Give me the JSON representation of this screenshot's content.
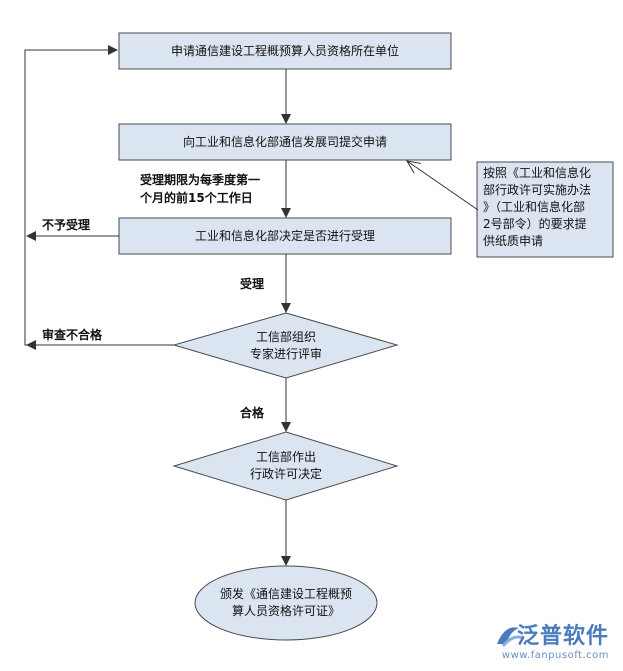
{
  "nodes": {
    "apply_unit": "申请通信建设工程概预算人员资格所在单位",
    "submit_application": "向工业和信息化部通信发展司提交申请",
    "decide_accept": "工业和信息化部决定是否进行受理",
    "expert_review": "工信部组织\n专家进行评审",
    "admin_decision": "工信部作出\n行政许可决定",
    "issue_certificate": "颁发《通信建设工程概预\n算人员资格许可证》"
  },
  "edge_labels": {
    "acceptance_period": "受理期限为每季度第一\n个月的前15个工作日",
    "not_accepted": "不予受理",
    "accepted": "受理",
    "review_failed": "审查不合格",
    "qualified": "合格"
  },
  "note": "按照《工业和信息化\n部行政许可实施办法\n》（工业和信息化部\n2号部令）的要求提\n供纸质申请",
  "watermark": {
    "brand": "泛普软件",
    "url": "www.fanpusoft.com"
  },
  "colors": {
    "node_fill": "#dbe5f1",
    "node_stroke": "#4a4a4a",
    "line": "#333333"
  }
}
